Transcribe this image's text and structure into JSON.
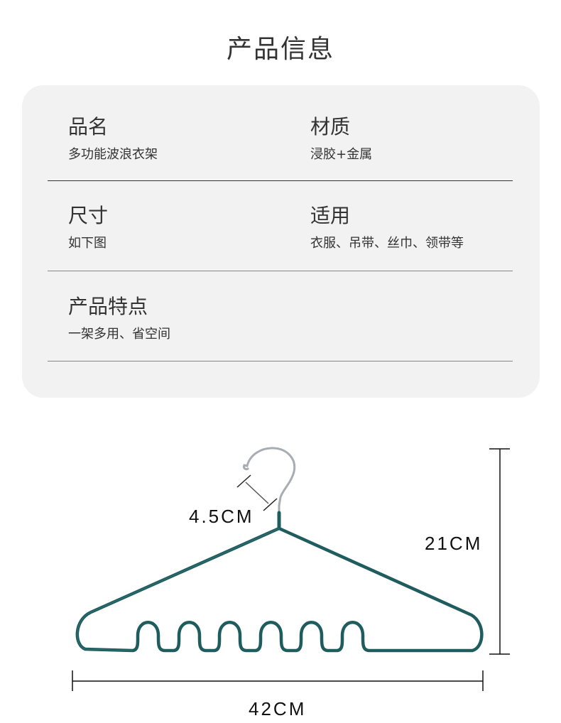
{
  "header": {
    "title": "产品信息"
  },
  "card": {
    "background": "#f2f2f2",
    "rows": [
      {
        "left": {
          "label": "品名",
          "value": "多功能波浪衣架"
        },
        "right": {
          "label": "材质",
          "value": "浸胶+金属"
        }
      },
      {
        "left": {
          "label": "尺寸",
          "value": "如下图"
        },
        "right": {
          "label": "适用",
          "value": "衣服、吊带、丝巾、领带等"
        }
      },
      {
        "left": {
          "label": "产品特点",
          "value": "一架多用、省空间"
        }
      }
    ]
  },
  "diagram": {
    "hanger_color": "#1f5c5e",
    "hook_color": "#a8adb3",
    "hook_size": "4.5CM",
    "height": "21CM",
    "width": "42CM"
  }
}
